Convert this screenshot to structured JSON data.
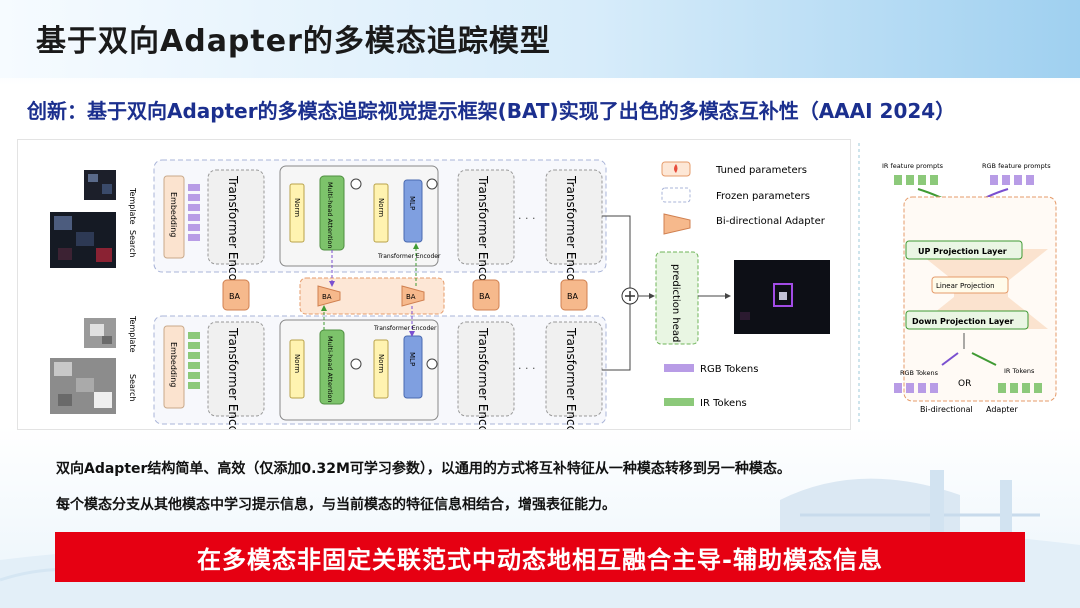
{
  "slide": {
    "title": "基于双向Adapter的多模态追踪模型",
    "subtitle": "创新：基于双向Adapter的多模态追踪视觉提示框架(BAT)实现了出色的多模态互补性（AAAI 2024）",
    "bullets": [
      "双向Adapter结构简单、高效（仅添加0.32M可学习参数），以通用的方式将互补特征从一种模态转移到另一种模态。",
      "每个模态分支从其他模态中学习提示信息，与当前模态的特征信息相结合，增强表征能力。"
    ],
    "banner": "在多模态非固定关联范式中动态地相互融合主导-辅助模态信息"
  },
  "figure": {
    "input_labels": {
      "template": "Template",
      "search": "Search"
    },
    "embedding": "Embedding",
    "transformer_encoder": "Transformer Encoder",
    "transformer_encoder_small": "Transformer Encoder",
    "norm": "Norm",
    "attention": "Multi-head Attention",
    "mlp": "MLP",
    "ba": "BA",
    "prediction_head": "prediction head",
    "ellipsis": "· · ·",
    "legend": {
      "tuned": "Tuned parameters",
      "frozen": "Frozen parameters",
      "bidirectional": "Bi-directional Adapter",
      "rgb_tokens": "RGB Tokens",
      "ir_tokens": "IR Tokens"
    },
    "adapter_detail": {
      "ir_prompts": "IR feature prompts",
      "rgb_prompts": "RGB feature prompts",
      "up": "UP Projection Layer",
      "linear": "Linear Projection",
      "down": "Down Projection Layer",
      "rgb_tokens": "RGB Tokens",
      "ir_tokens": "IR Tokens",
      "or": "OR",
      "caption_a": "Bi-directional",
      "caption_b": "Adapter"
    }
  },
  "colors": {
    "title_blue": "#1b2f8e",
    "banner_red": "#e60012",
    "rgb_purple": "#b89ce6",
    "ir_green": "#8cc97a",
    "attention_green": "#7dc36b",
    "mlp_blue": "#7f9fe0",
    "norm_yellow": "#fff3b0",
    "ba_orange": "#f6b98c",
    "adapter_bg": "#fbe3cf"
  }
}
